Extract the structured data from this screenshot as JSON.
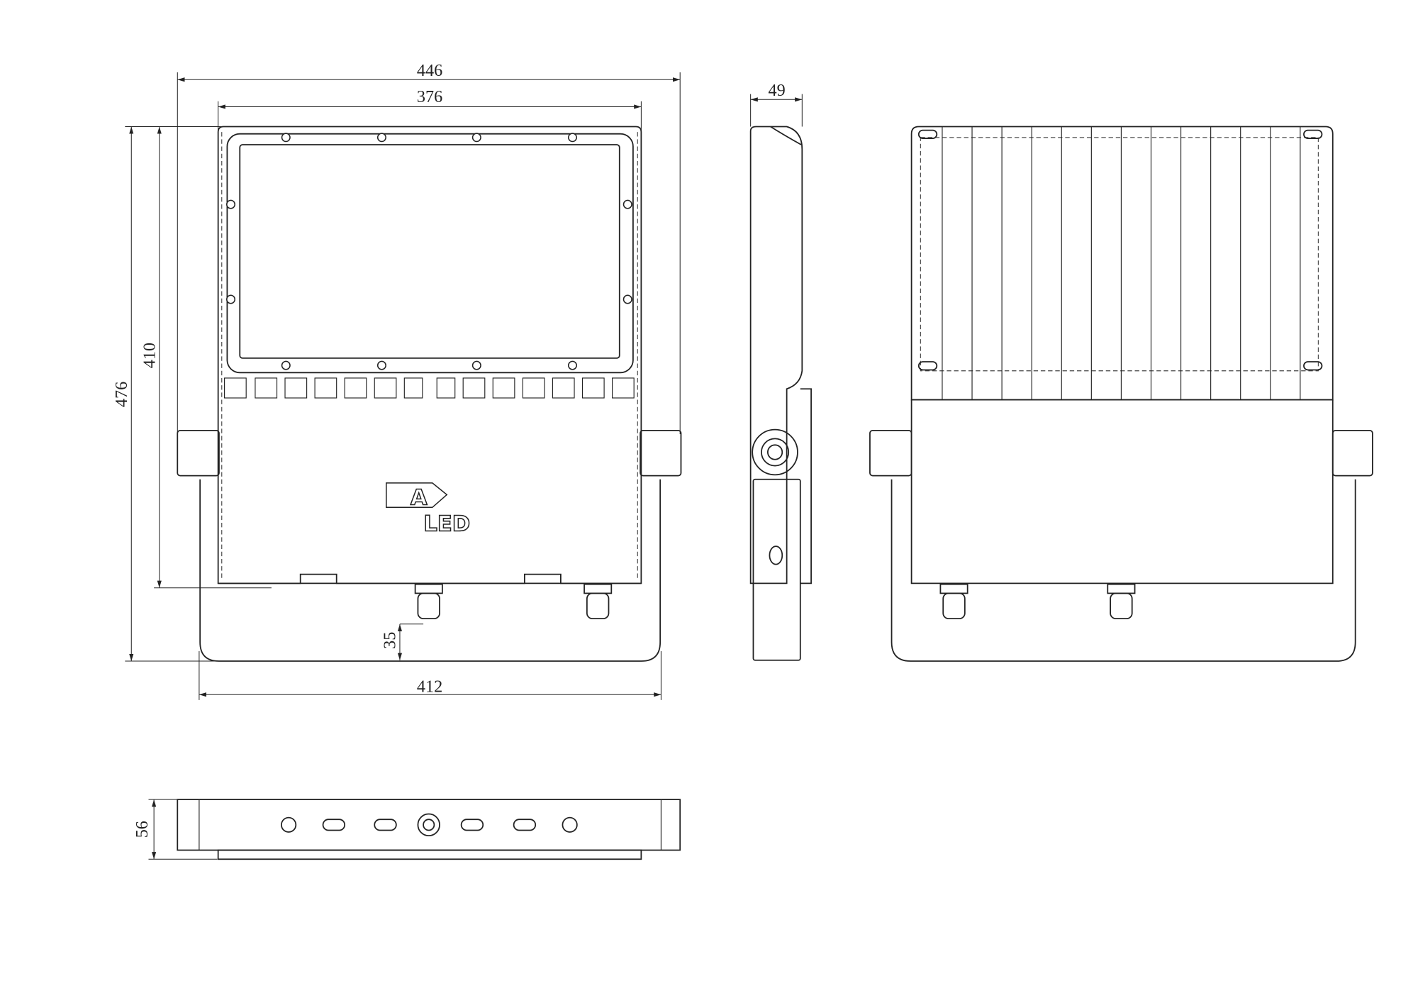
{
  "dimensions": {
    "front_total_width": "446",
    "front_body_width": "376",
    "front_body_height": "410",
    "front_total_height": "476",
    "bracket_offset": "35",
    "bracket_width": "412",
    "side_depth": "49",
    "bottom_height": "56"
  },
  "logo": {
    "class": "A",
    "text": "LED"
  }
}
